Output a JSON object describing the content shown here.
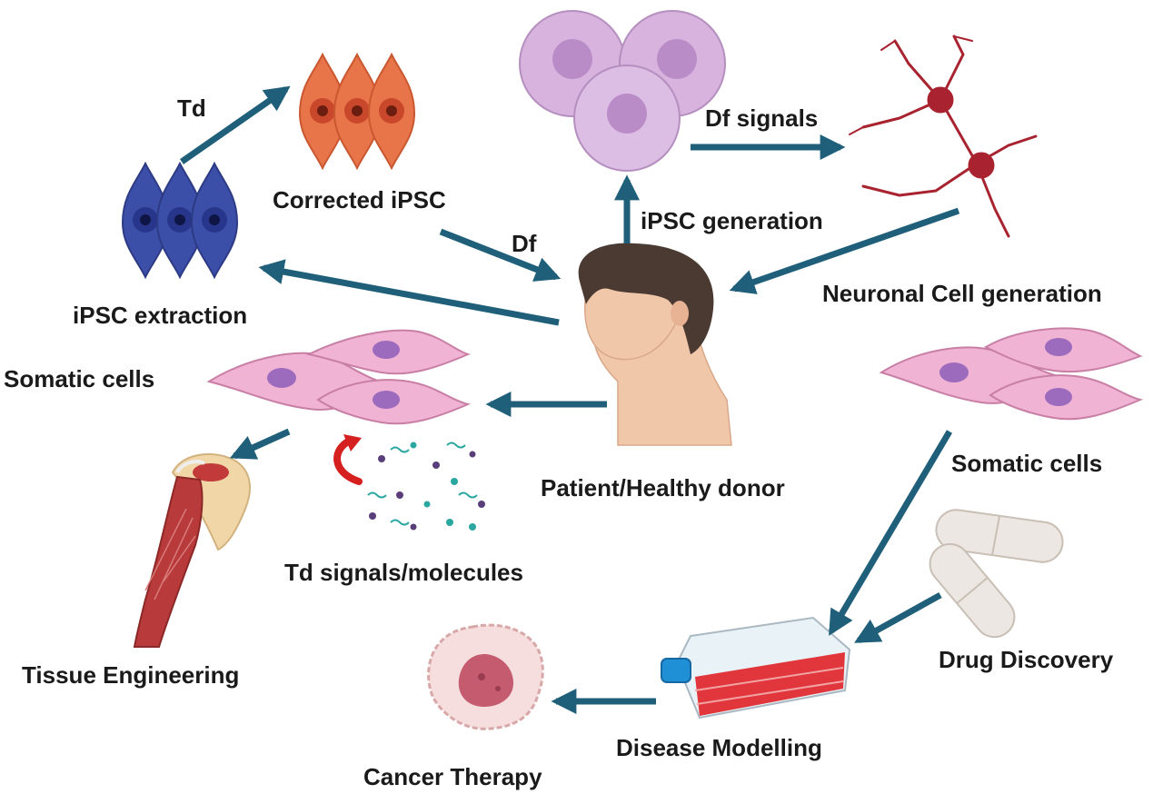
{
  "labels": {
    "td_top": "Td",
    "corrected_ipsc": "Corrected iPSC",
    "ipsc_extraction": "iPSC extraction",
    "df": "Df",
    "df_signals": "Df signals",
    "ipsc_generation": "iPSC generation",
    "neuronal_cell_generation": "Neuronal Cell generation",
    "somatic_cells_left": "Somatic cells",
    "somatic_cells_right": "Somatic cells",
    "patient_healthy_donor": "Patient/Healthy donor",
    "td_signals_molecules": "Td signals/molecules",
    "tissue_engineering": "Tissue Engineering",
    "drug_discovery": "Drug Discovery",
    "disease_modelling": "Disease Modelling",
    "cancer_therapy": "Cancer Therapy"
  },
  "colors": {
    "arrow": "#1f5f7a",
    "blue_cell": "#3b4ea8",
    "orange_cell": "#e8744a",
    "lilac_cell": "#d7b3de",
    "pink_cell": "#f0b3d3",
    "neuron": "#a8232f",
    "flask_medium": "#e0363c",
    "cap": "#1f8fd6",
    "pill": "#ece7e2",
    "muscle": "#b83a3a",
    "skin": "#f1c7a9",
    "hair": "#4a3a32"
  }
}
